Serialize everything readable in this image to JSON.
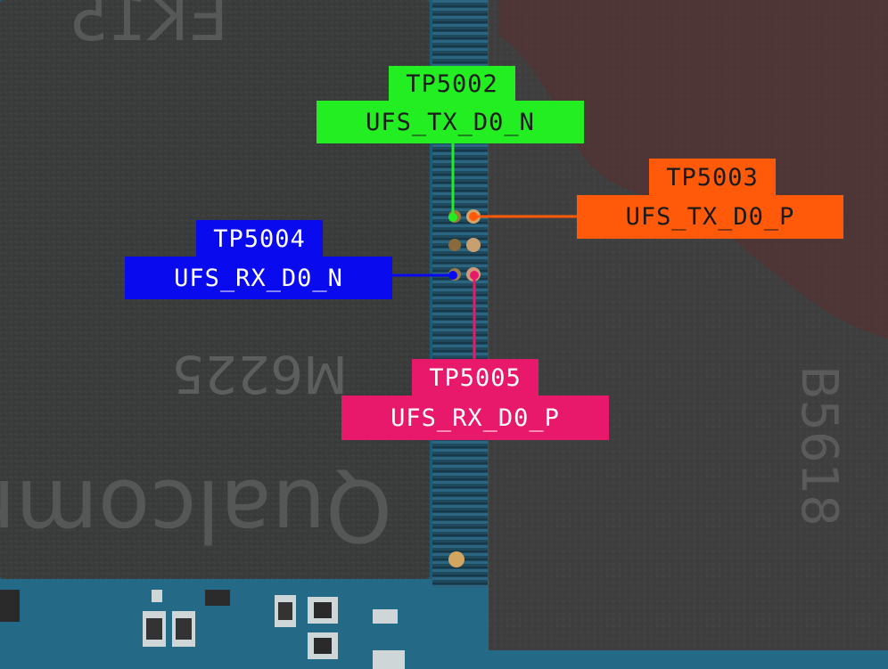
{
  "chip_left": {
    "markings": [
      "EK15",
      "M6225",
      "Qualcomm"
    ]
  },
  "chip_right": {
    "markings": [
      "B5618"
    ]
  },
  "test_points": [
    {
      "id": "TP5002",
      "signal": "UFS_TX_D0_N",
      "color": "#22ee22"
    },
    {
      "id": "TP5003",
      "signal": "UFS_TX_D0_P",
      "color": "#ff5a0a"
    },
    {
      "id": "TP5004",
      "signal": "UFS_RX_D0_N",
      "color": "#0a0aee"
    },
    {
      "id": "TP5005",
      "signal": "UFS_RX_D0_P",
      "color": "#e8186a"
    }
  ]
}
